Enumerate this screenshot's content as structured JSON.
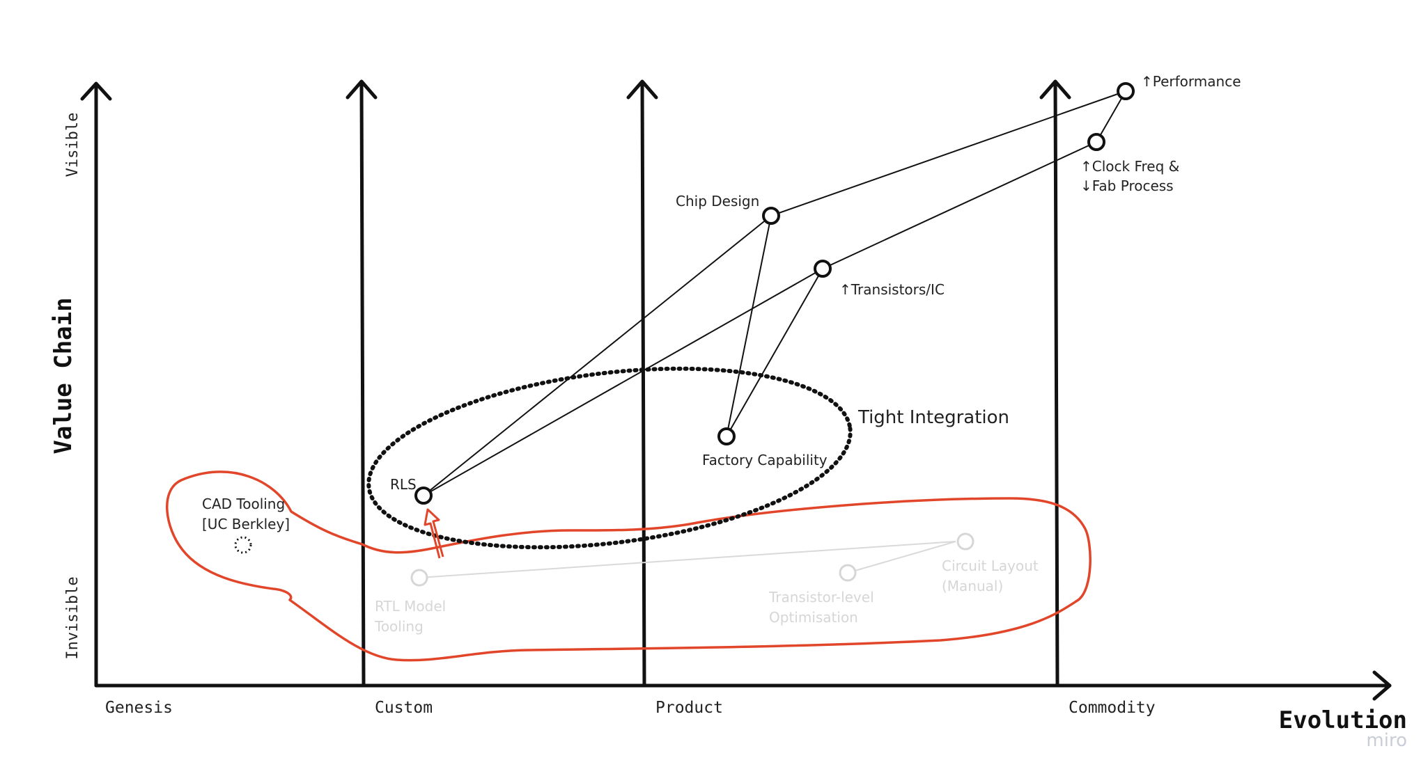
{
  "axes": {
    "x_title": "Evolution",
    "y_title": "Value Chain",
    "y_top": "Visible",
    "y_bottom": "Invisible",
    "stages": [
      "Genesis",
      "Custom",
      "Product",
      "Commodity"
    ]
  },
  "nodes": {
    "performance": "↑Performance",
    "clock_line1": "↑Clock Freq &",
    "clock_line2": "↓Fab Process",
    "chip_design": "Chip Design",
    "transistors": "↑Transistors/IC",
    "factory": "Factory Capability",
    "rls": "RLS",
    "cad_line1": "CAD Tooling",
    "cad_line2": "[UC Berkley]",
    "rtl_line1": "RTL Model",
    "rtl_line2": "Tooling",
    "transistor_opt_line1": "Transistor-level",
    "transistor_opt_line2": "Optimisation",
    "circuit_line1": "Circuit Layout",
    "circuit_line2": "(Manual)"
  },
  "groups": {
    "tight_integration": "Tight Integration"
  },
  "brand": "miro",
  "colors": {
    "ink": "#111111",
    "red": "#e2462a",
    "faded": "#d6d6d6"
  }
}
